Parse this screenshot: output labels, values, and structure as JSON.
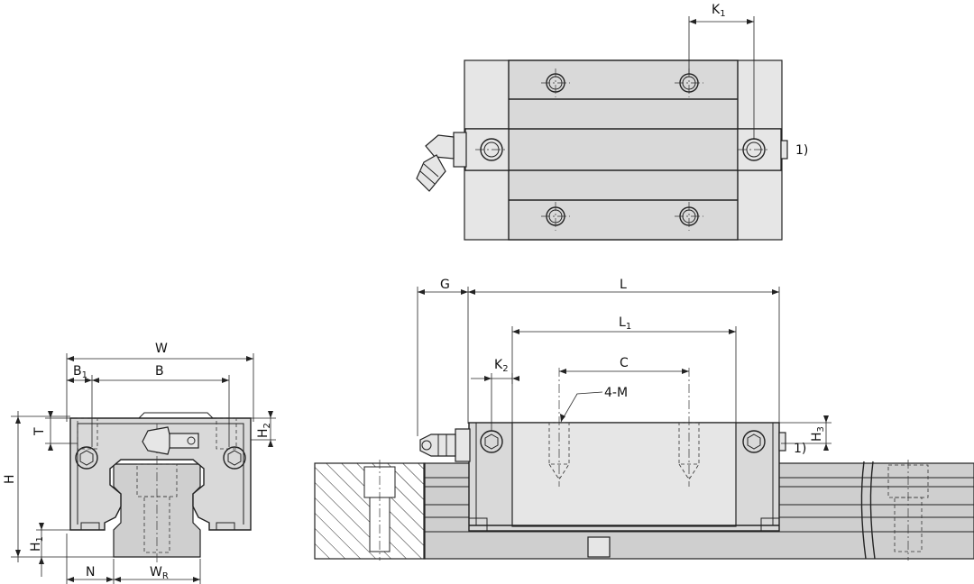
{
  "labels": {
    "K1": {
      "main": "K",
      "sub": "1"
    },
    "note_top": "1)",
    "G": "G",
    "L": "L",
    "L1": {
      "main": "L",
      "sub": "1"
    },
    "K2": {
      "main": "K",
      "sub": "2"
    },
    "C": "C",
    "M": "4-M",
    "H3": {
      "main": "H",
      "sub": "3"
    },
    "note_side": "1)",
    "W": "W",
    "B1": {
      "main": "B",
      "sub": "1"
    },
    "B": "B",
    "T": "T",
    "H2": {
      "main": "H",
      "sub": "2"
    },
    "H": "H",
    "H1": {
      "main": "H",
      "sub": "1"
    },
    "N": "N",
    "WR": {
      "main": "W",
      "sub": "R"
    }
  }
}
